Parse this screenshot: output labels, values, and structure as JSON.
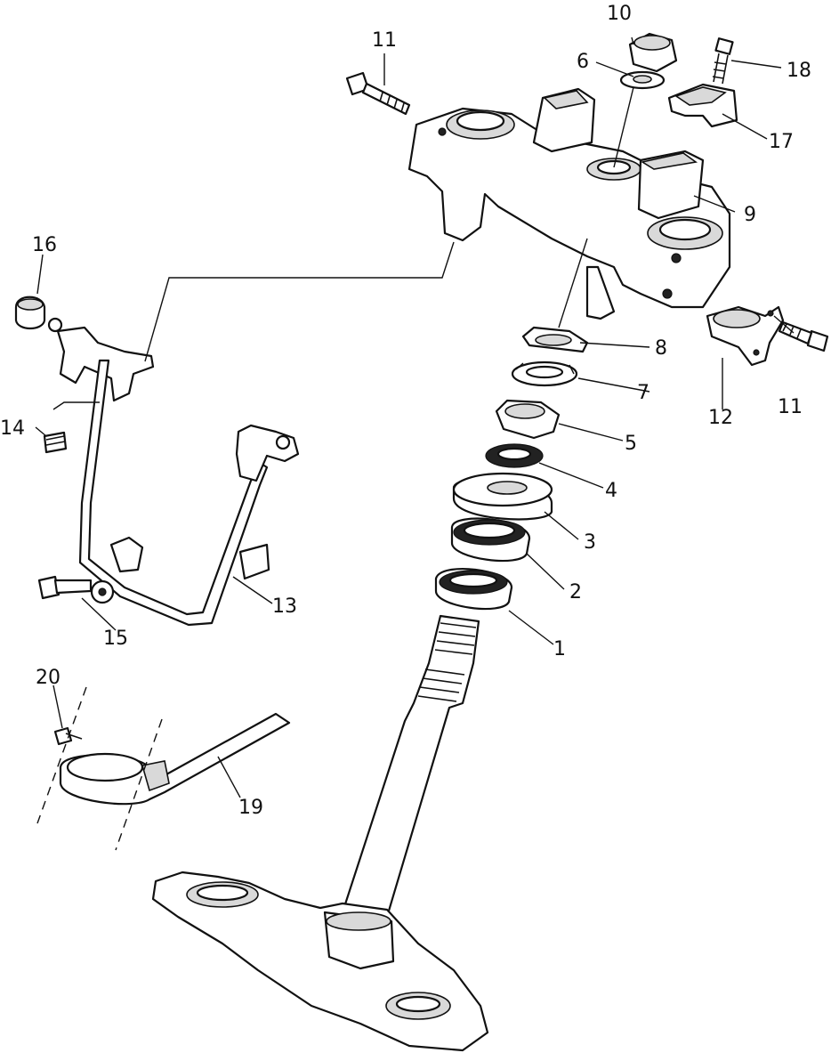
{
  "callouts": {
    "c1": "1",
    "c2": "2",
    "c3": "3",
    "c4": "4",
    "c5": "5",
    "c6": "6",
    "c7": "7",
    "c8": "8",
    "c9": "9",
    "c10": "10",
    "c11_top": "11",
    "c11_right": "11",
    "c12": "12",
    "c13": "13",
    "c14": "14",
    "c15": "15",
    "c16": "16",
    "c17": "17",
    "c18": "18",
    "c19": "19",
    "c20": "20"
  }
}
